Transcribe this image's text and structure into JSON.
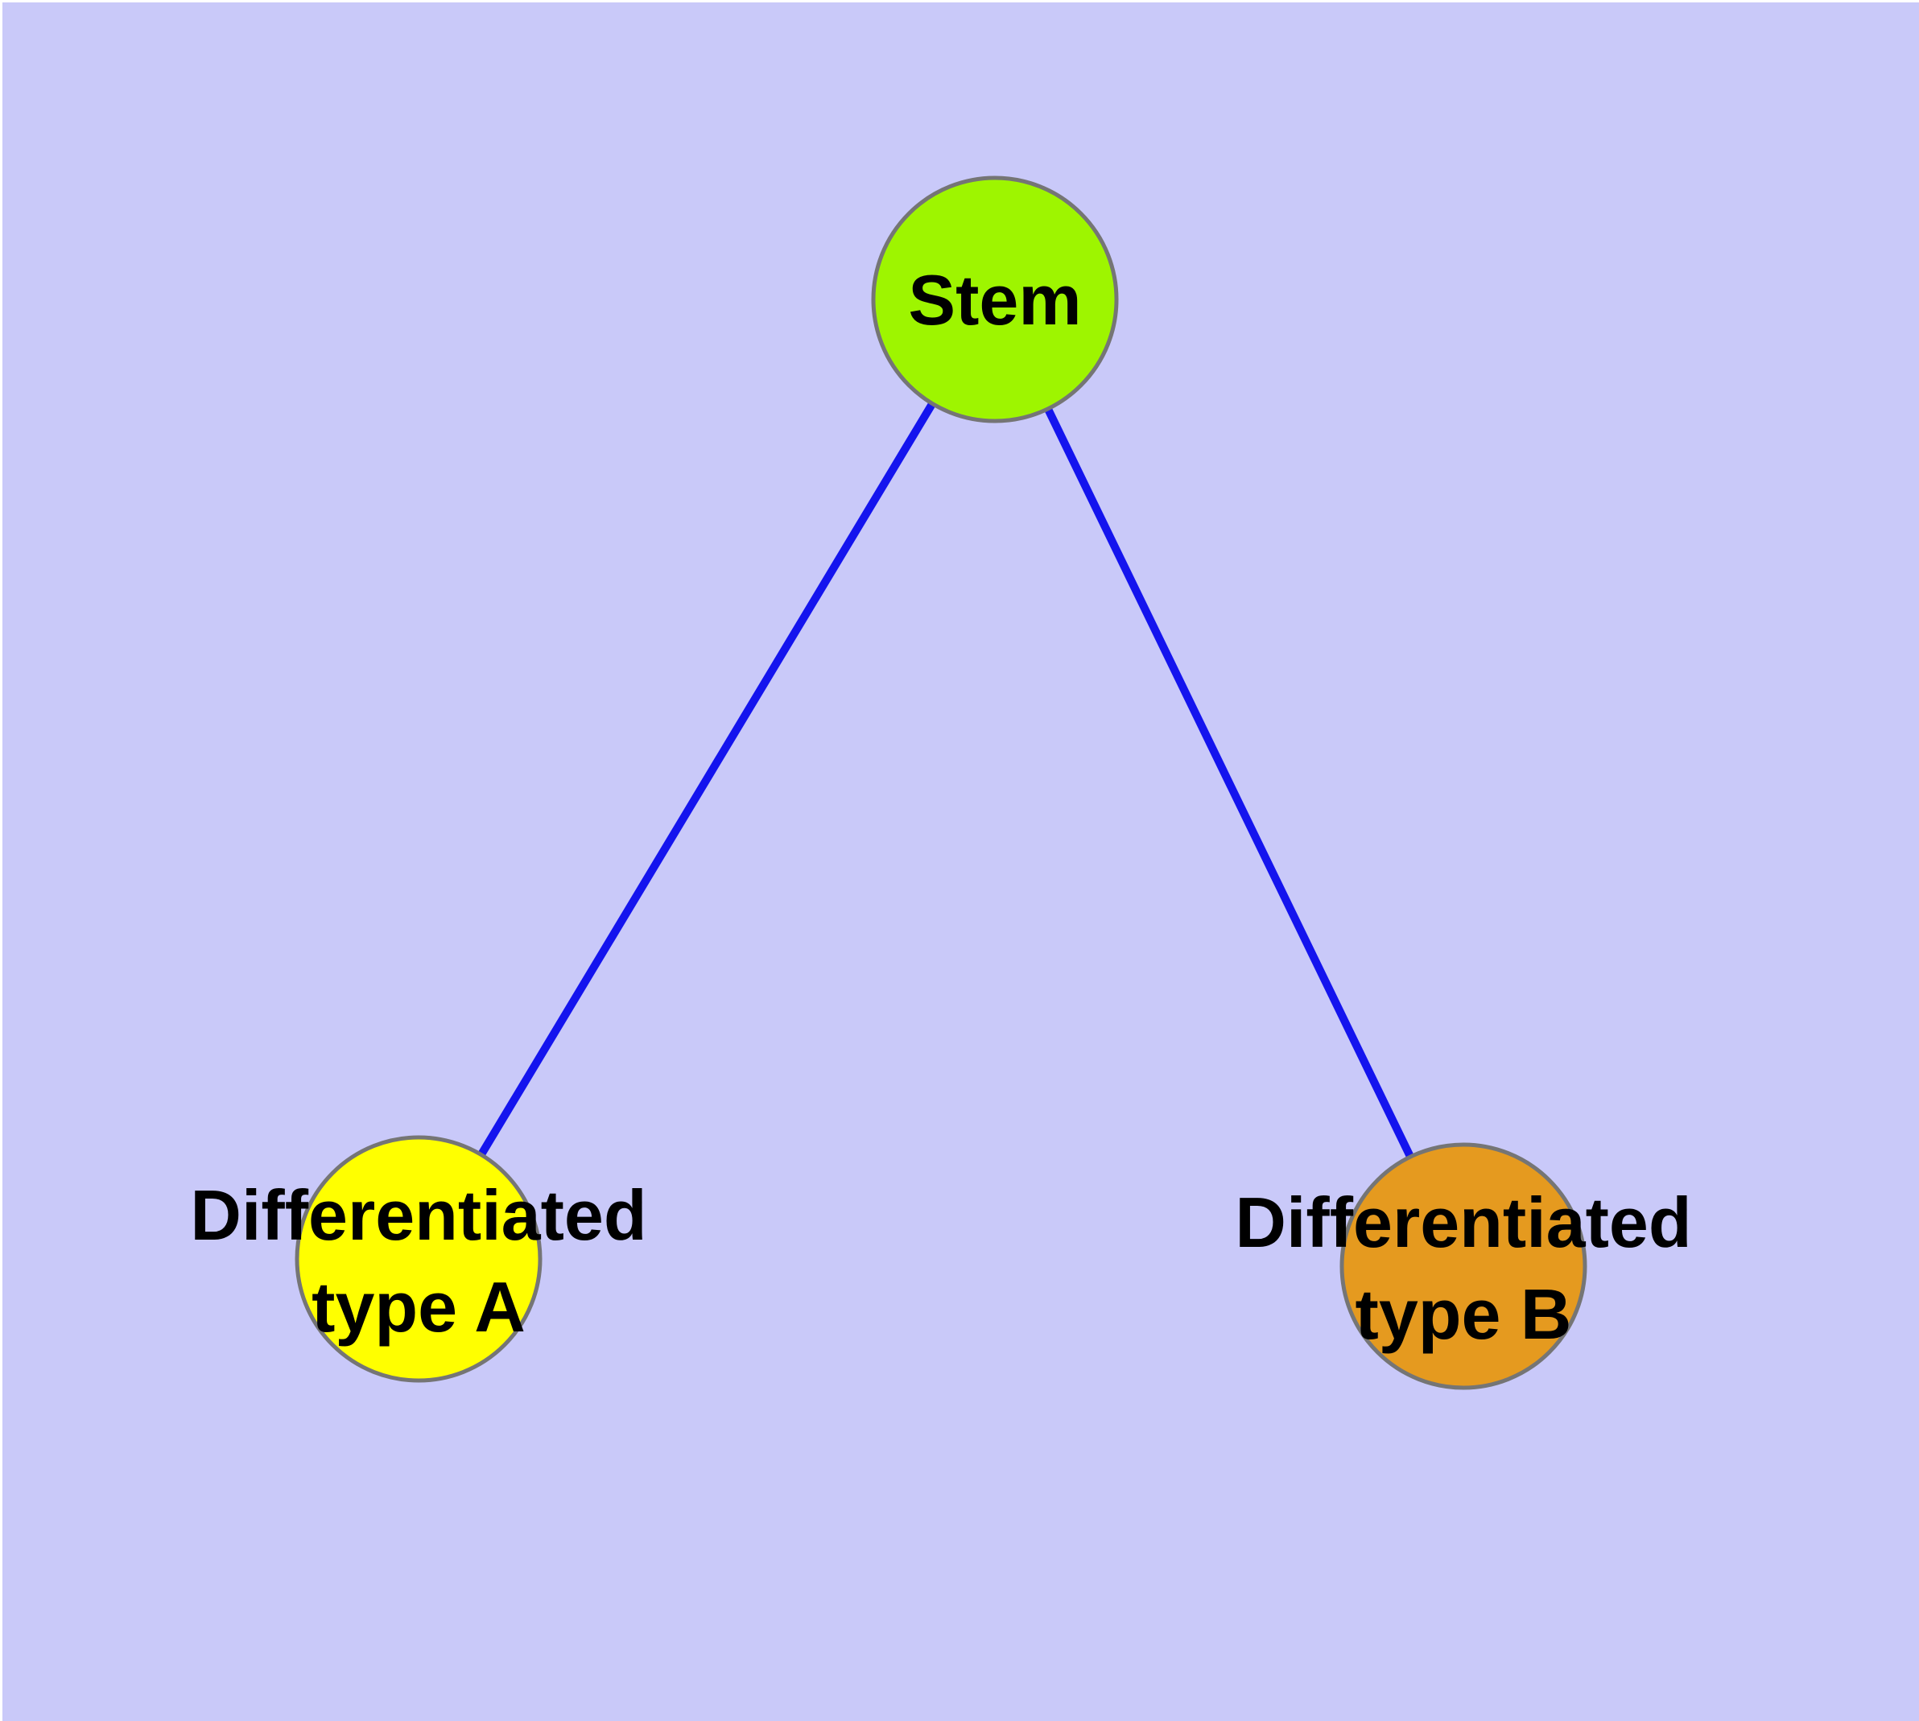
{
  "diagram": {
    "type": "node-link-tree",
    "background_color": "#C9C9F9",
    "frame_color": "#FFFFFF",
    "edge_color": "#1414EE",
    "node_border_color": "#757575",
    "nodes": {
      "stem": {
        "label": "Stem",
        "fill": "#9EF500"
      },
      "type_a": {
        "label_line1": "Differentiated",
        "label_line2": "type A",
        "fill": "#FFFF00"
      },
      "type_b": {
        "label_line1": "Differentiated",
        "label_line2": "type B",
        "fill": "#E59A1F"
      }
    },
    "edges": [
      {
        "from": "Stem",
        "to": "Differentiated type A"
      },
      {
        "from": "Stem",
        "to": "Differentiated type B"
      }
    ]
  }
}
